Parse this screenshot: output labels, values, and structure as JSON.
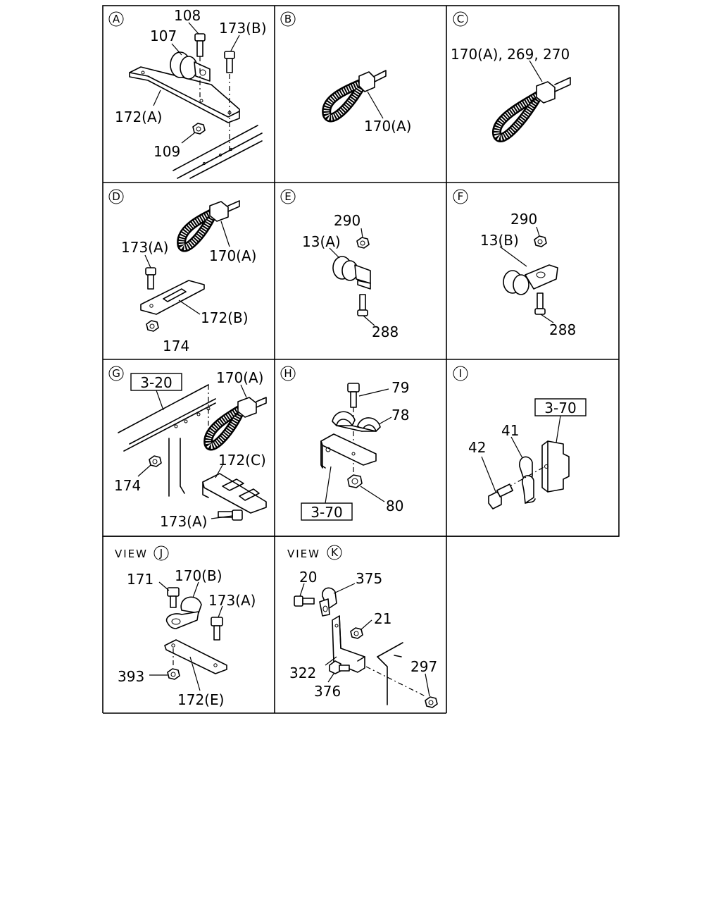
{
  "panels": [
    {
      "id": "A",
      "circle": "A",
      "labels": [
        "108",
        "107",
        "173(B)",
        "172(A)",
        "109"
      ]
    },
    {
      "id": "B",
      "circle": "B",
      "labels": [
        "170(A)"
      ]
    },
    {
      "id": "C",
      "circle": "C",
      "labels": [
        "170(A), 269, 270"
      ]
    },
    {
      "id": "D",
      "circle": "D",
      "labels": [
        "173(A)",
        "170(A)",
        "172(B)",
        "174"
      ]
    },
    {
      "id": "E",
      "circle": "E",
      "labels": [
        "290",
        "13(A)",
        "288"
      ]
    },
    {
      "id": "F",
      "circle": "F",
      "labels": [
        "290",
        "13(B)",
        "288"
      ]
    },
    {
      "id": "G",
      "circle": "G",
      "ref": "3-20",
      "labels": [
        "170(A)",
        "172(C)",
        "174",
        "173(A)"
      ]
    },
    {
      "id": "H",
      "circle": "H",
      "ref": "3-70",
      "labels": [
        "79",
        "78",
        "80"
      ]
    },
    {
      "id": "I",
      "circle": "I",
      "ref": "3-70",
      "labels": [
        "41",
        "42"
      ]
    },
    {
      "id": "J",
      "circle": "J",
      "view": "VIEW",
      "labels": [
        "171",
        "170(B)",
        "173(A)",
        "393",
        "172(E)"
      ]
    },
    {
      "id": "K",
      "circle": "K",
      "view": "VIEW",
      "labels": [
        "20",
        "375",
        "21",
        "322",
        "376",
        "297"
      ]
    }
  ]
}
